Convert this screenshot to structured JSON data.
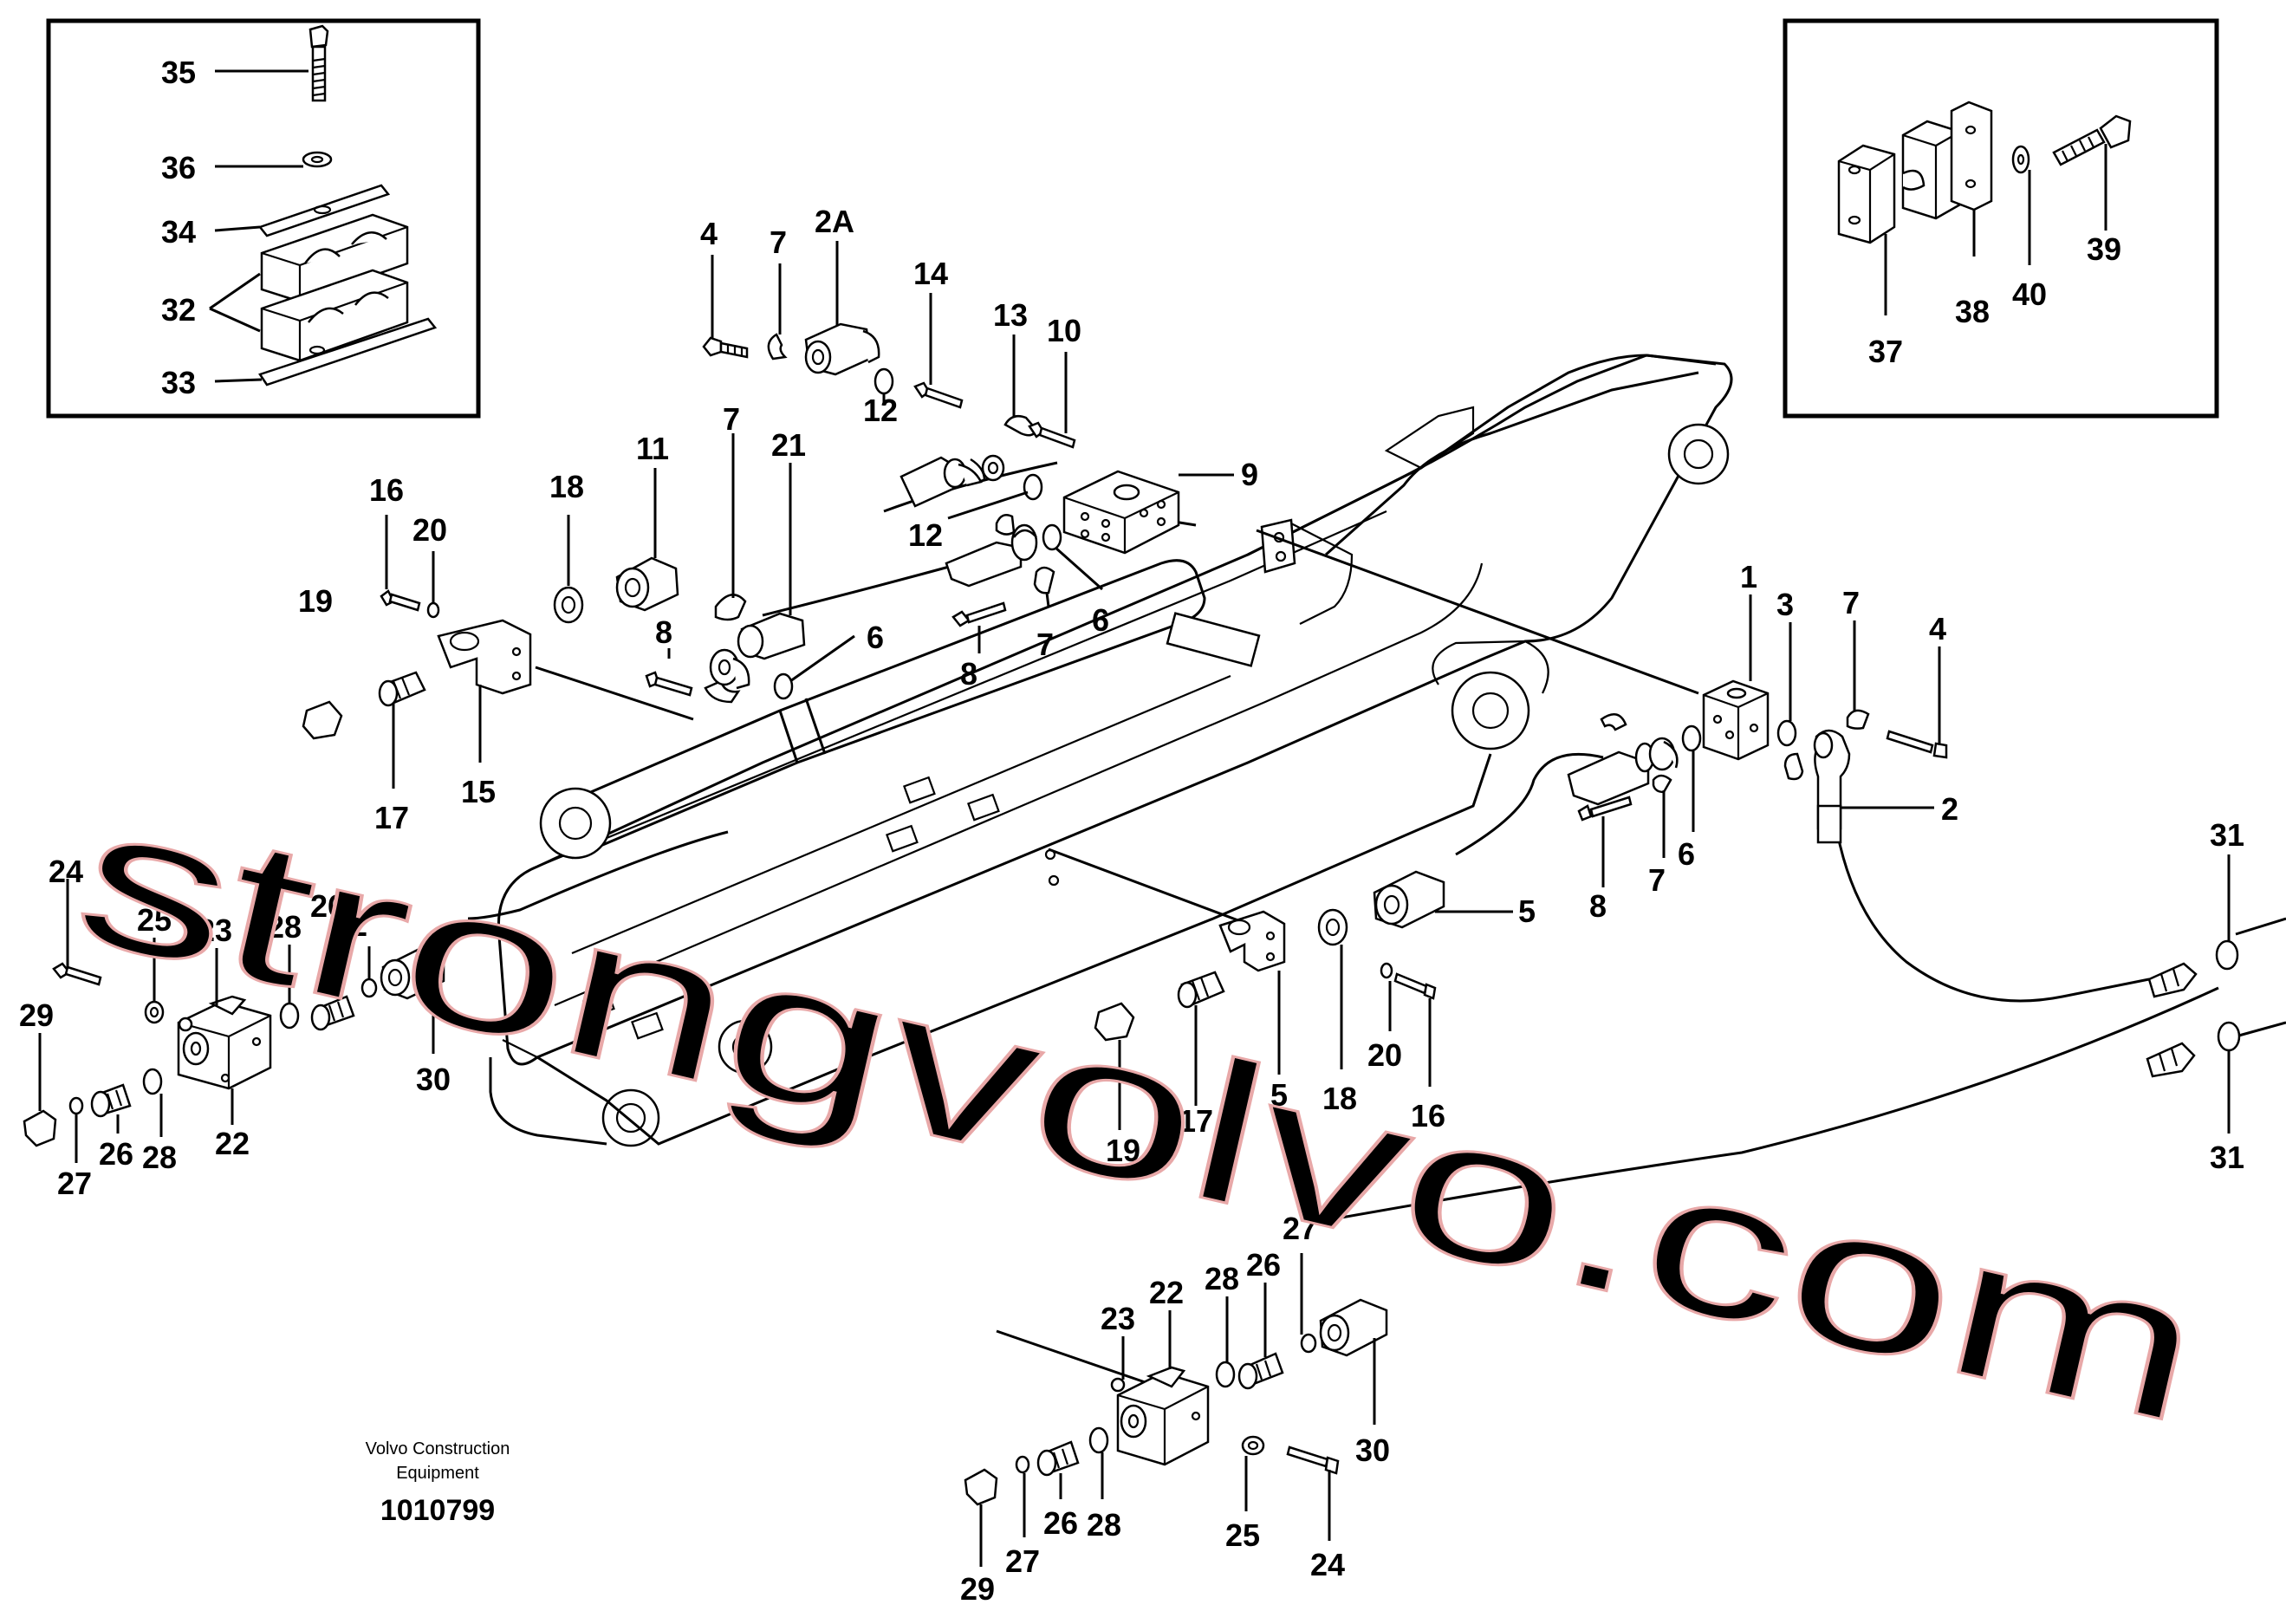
{
  "publisher": {
    "line1": "Volvo Construction",
    "line2": "Equipment"
  },
  "document_number": "1010799",
  "watermark": {
    "text": "strongvolvo.com",
    "color": "#e8a8a8"
  },
  "inset_clamp_stack": {
    "labels": [
      "35",
      "36",
      "34",
      "32",
      "33"
    ]
  },
  "inset_clamp_exploded": {
    "labels": [
      "37",
      "38",
      "40",
      "39"
    ]
  },
  "upper_cylinder_group": {
    "labels": [
      "4",
      "7",
      "2A",
      "14",
      "13",
      "10",
      "12",
      "12",
      "9",
      "11",
      "7",
      "21",
      "6",
      "7",
      "8",
      "8",
      "16",
      "20",
      "18",
      "19",
      "15",
      "17"
    ]
  },
  "right_block_group": {
    "labels": [
      "1",
      "3",
      "7",
      "4",
      "2",
      "6",
      "7",
      "8",
      "5",
      "31",
      "31"
    ]
  },
  "left_valve_group": {
    "labels": [
      "24",
      "25",
      "23",
      "28",
      "26",
      "2",
      "29",
      "22",
      "27",
      "26",
      "28",
      "30"
    ]
  },
  "center_bracket_group": {
    "labels": [
      "18",
      "20",
      "16",
      "17",
      "19",
      "5"
    ]
  },
  "bottom_valve_group": {
    "labels": [
      "27",
      "28",
      "26",
      "23",
      "22",
      "30",
      "29",
      "27",
      "26",
      "28",
      "25",
      "24"
    ]
  }
}
